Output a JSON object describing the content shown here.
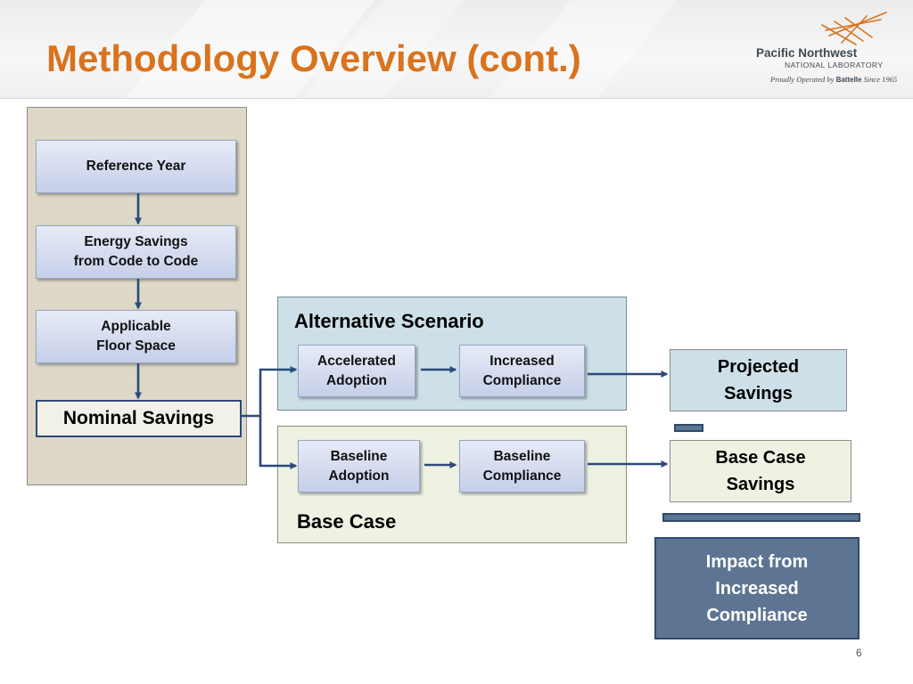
{
  "slide": {
    "title": "Methodology Overview (cont.)",
    "page_number": "6"
  },
  "logo": {
    "name": "Pacific Northwest",
    "subname": "NATIONAL LABORATORY",
    "tagline_pre": "Proudly Operated by ",
    "tagline_brand": "Battelle",
    "tagline_post": " Since 1965",
    "colors": {
      "mark": "#d9731d",
      "text": "#3e4a55"
    }
  },
  "diagram": {
    "steps": [
      {
        "id": "reference-year",
        "label": "Reference Year"
      },
      {
        "id": "energy-savings",
        "label": "Energy Savings\nfrom Code to Code"
      },
      {
        "id": "applicable-floor-space",
        "label": "Applicable\nFloor Space"
      }
    ],
    "nominal_savings": "Nominal Savings",
    "alternative_scenario": {
      "label": "Alternative Scenario",
      "steps": [
        {
          "id": "accelerated-adoption",
          "label": "Accelerated\nAdoption"
        },
        {
          "id": "increased-compliance",
          "label": "Increased\nCompliance"
        }
      ]
    },
    "base_case": {
      "label": "Base Case",
      "steps": [
        {
          "id": "baseline-adoption",
          "label": "Baseline\nAdoption"
        },
        {
          "id": "baseline-compliance",
          "label": "Baseline\nCompliance"
        }
      ]
    },
    "results": {
      "projected_savings": "Projected\nSavings",
      "base_case_savings": "Base Case\nSavings",
      "impact": "Impact from\nIncreased\nCompliance"
    },
    "colors": {
      "title": "#d9731d",
      "arrow": "#2c4a7a",
      "left_panel": "#ddd8c7",
      "alt_panel": "#cde0e8",
      "base_panel": "#eef2e2",
      "impact_fill": "#5d7592"
    }
  }
}
